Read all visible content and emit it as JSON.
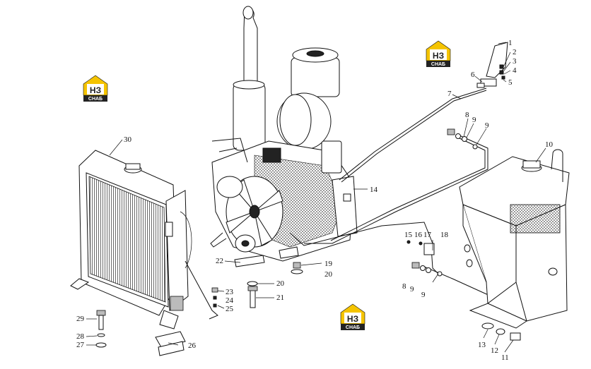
{
  "watermark": {
    "letters": "НЗ",
    "word": "СНАБ",
    "accent": "#f5c400",
    "dark": "#222222"
  },
  "callouts": [
    "1",
    "2",
    "3",
    "4",
    "5",
    "6",
    "7",
    "8",
    "9",
    "9",
    "10",
    "11",
    "12",
    "13",
    "14",
    "15",
    "16",
    "17",
    "18",
    "8",
    "9",
    "9",
    "19",
    "20",
    "20",
    "21",
    "22",
    "23",
    "24",
    "25",
    "26",
    "27",
    "28",
    "29",
    "30"
  ]
}
